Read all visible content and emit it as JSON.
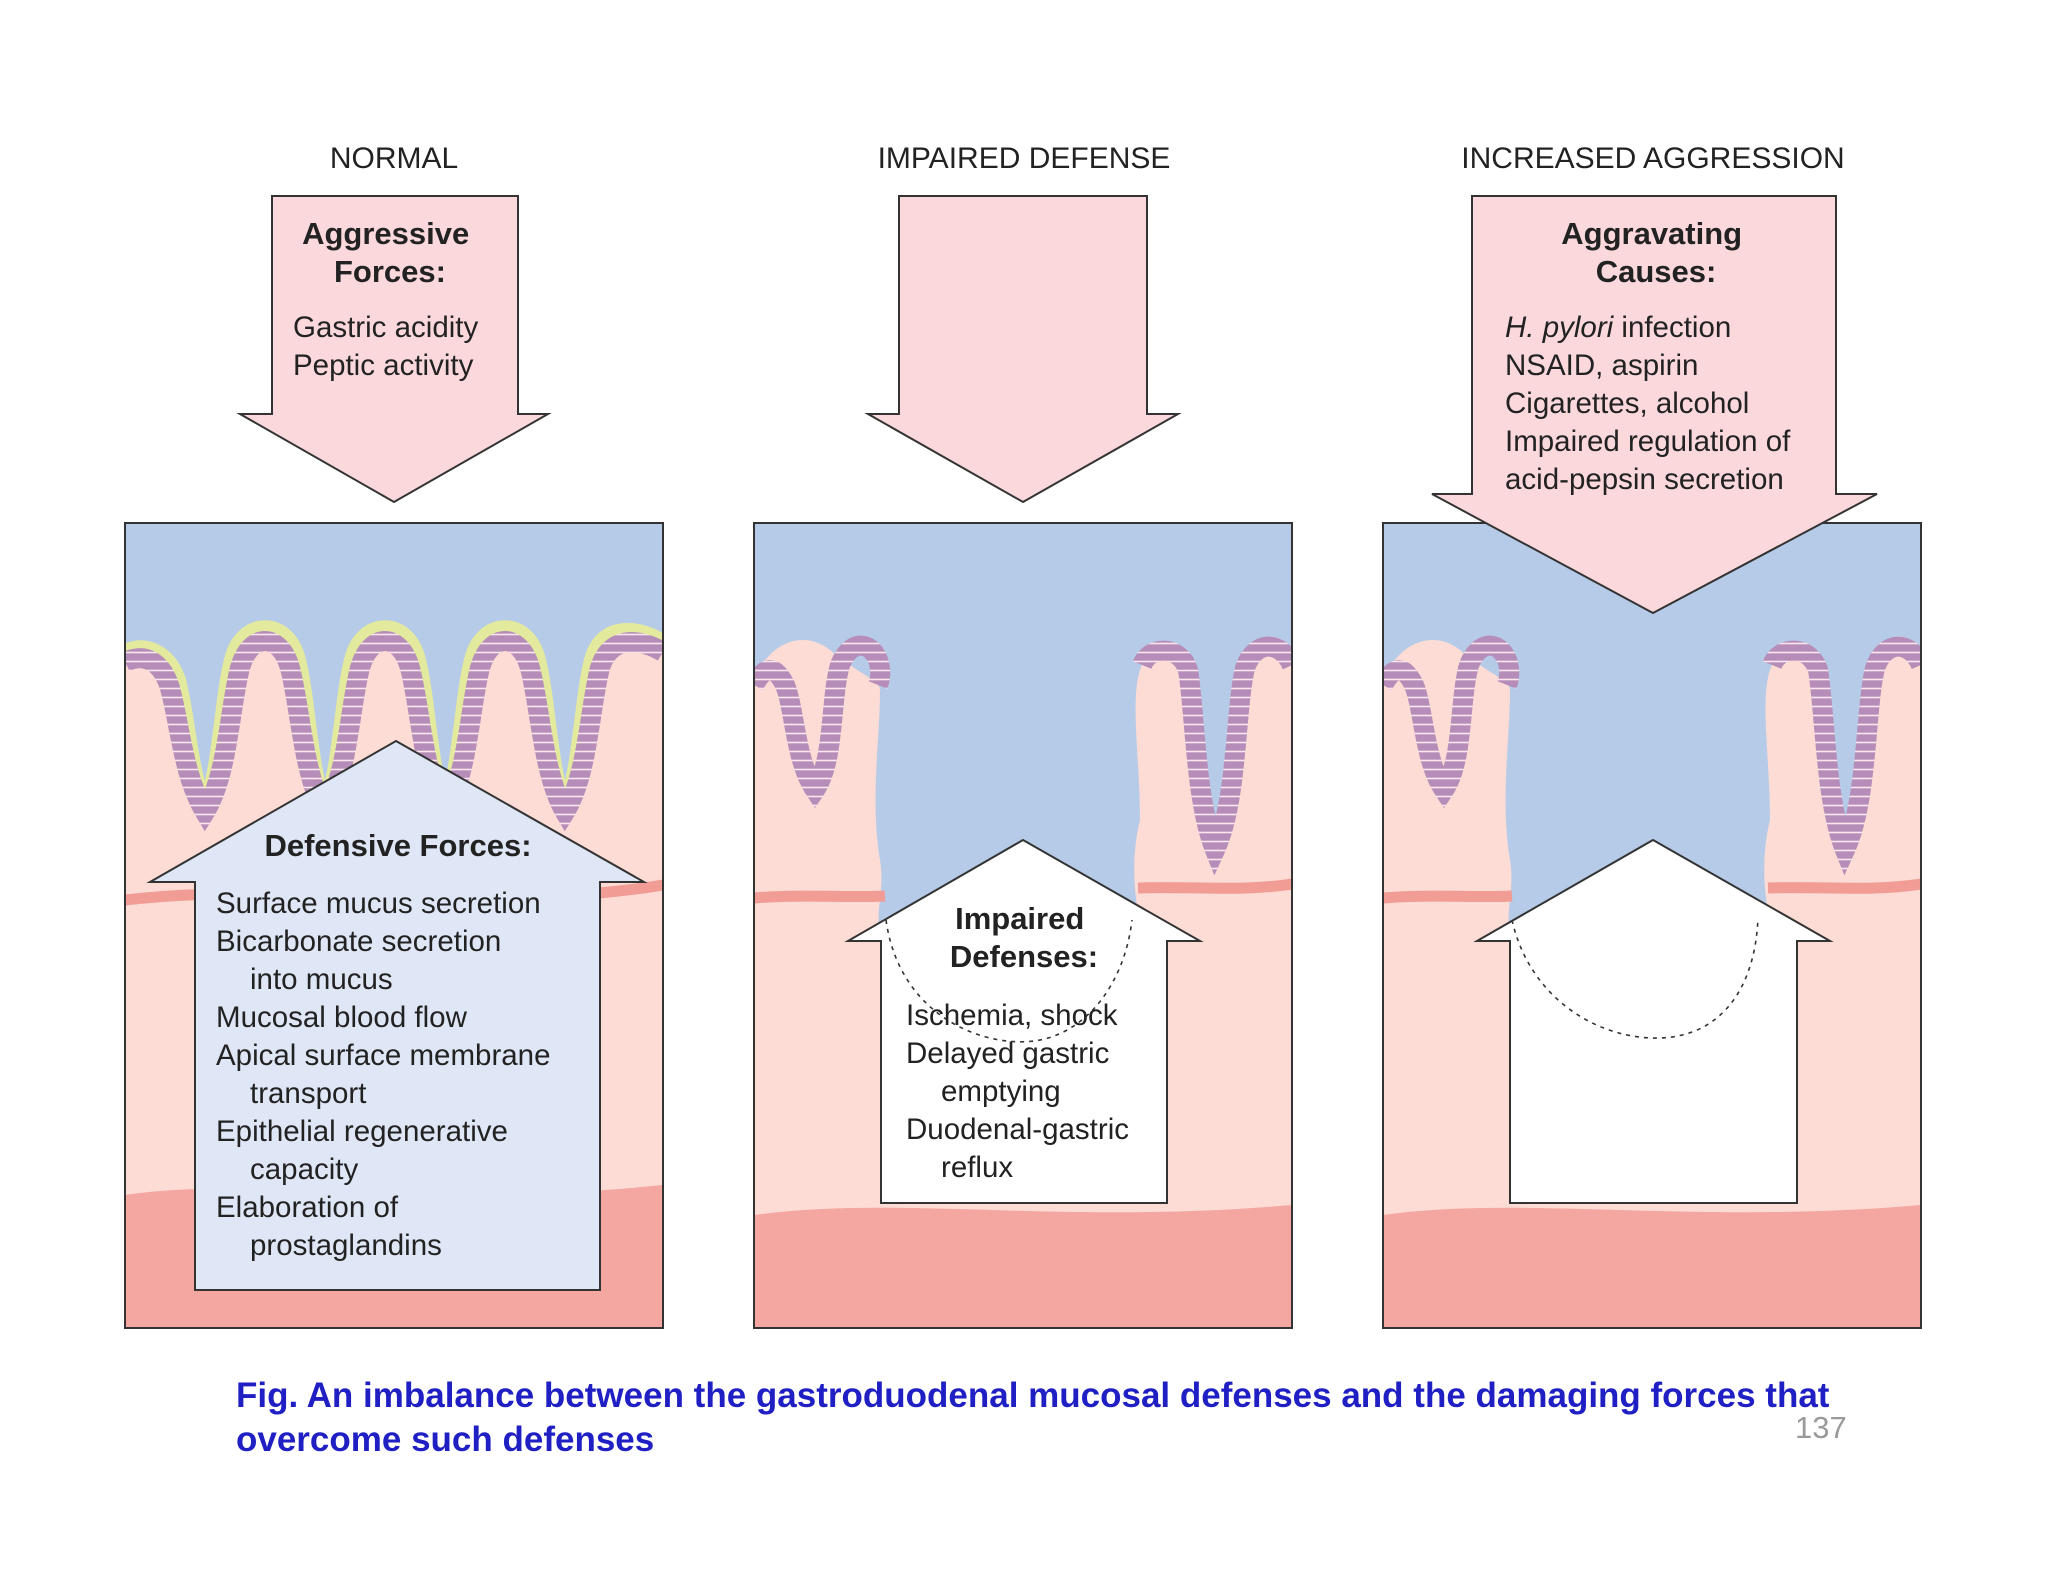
{
  "panels": [
    {
      "heading": "NORMAL",
      "top_arrow": {
        "title": [
          "Aggressive",
          "Forces:"
        ],
        "items": [
          "Gastric acidity",
          "Peptic activity"
        ]
      },
      "bottom_arrow": {
        "title": [
          "Defensive Forces:"
        ],
        "items": [
          [
            "Surface mucus secretion"
          ],
          [
            "Bicarbonate secretion",
            "into mucus"
          ],
          [
            "Mucosal blood flow"
          ],
          [
            "Apical surface membrane",
            "transport"
          ],
          [
            "Epithelial regenerative",
            "capacity"
          ],
          [
            "Elaboration of",
            "prostaglandins"
          ]
        ]
      }
    },
    {
      "heading": "IMPAIRED DEFENSE",
      "top_arrow": {
        "title": [],
        "items": []
      },
      "bottom_arrow": {
        "title": [
          "Impaired",
          "Defenses:"
        ],
        "items": [
          [
            "Ischemia, shock"
          ],
          [
            "Delayed gastric",
            "emptying"
          ],
          [
            "Duodenal-gastric",
            "reflux"
          ]
        ]
      }
    },
    {
      "heading": "INCREASED AGGRESSION",
      "top_arrow": {
        "title": [
          "Aggravating",
          "Causes:"
        ],
        "items_rich": [
          {
            "italic": "H. pylori",
            "rest": " infection"
          },
          {
            "italic": "",
            "rest": "NSAID, aspirin"
          },
          {
            "italic": "",
            "rest": "Cigarettes, alcohol"
          },
          {
            "italic": "",
            "rest": "Impaired regulation of"
          },
          {
            "italic": "",
            "rest": "acid-pepsin secretion"
          }
        ]
      },
      "bottom_arrow": {
        "title": [],
        "items": []
      }
    }
  ],
  "caption": "Fig. An imbalance between the gastroduodenal mucosal defenses and the damaging forces that overcome such defenses",
  "page_number": "137",
  "colors": {
    "lumen": "#b6cbe8",
    "tissue": "#fcdcd4",
    "deep_band": "#f4a6a0",
    "pink_arrow": "#fad8dc",
    "defense_arrow": "#dfe6f5",
    "villus_fill": "#c9a0c2",
    "mucus": "#e3ea9e",
    "caption": "#1f1fc4"
  }
}
